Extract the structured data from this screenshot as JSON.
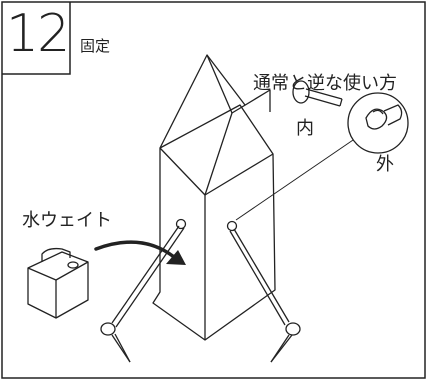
{
  "step": {
    "number": "12",
    "title": "固定"
  },
  "labels": {
    "reverse_usage": "通常と逆な使い方",
    "inside": "内",
    "outside": "外",
    "water_weight": "水ウェイト"
  }
}
